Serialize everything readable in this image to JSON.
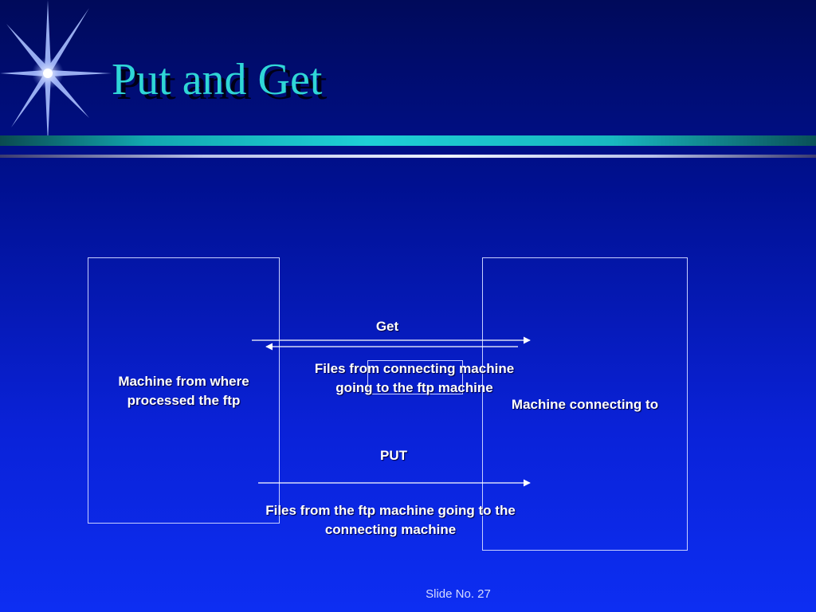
{
  "slide": {
    "title": "Put and Get",
    "slide_number": "Slide No. 27"
  },
  "diagram": {
    "left_machine": [
      "Machine from where",
      "processed the ftp"
    ],
    "right_machine": "Machine connecting to",
    "get_label": "Get",
    "get_description": [
      "Files from connecting machine",
      "going to the ftp machine"
    ],
    "put_label": "PUT",
    "put_description": [
      "Files from the ftp machine going to the",
      "connecting machine"
    ]
  },
  "colors": {
    "title": "#2fd6d6",
    "background": "#0a22d8",
    "lines": "#ffffff"
  },
  "icons": [
    "starburst-icon"
  ]
}
